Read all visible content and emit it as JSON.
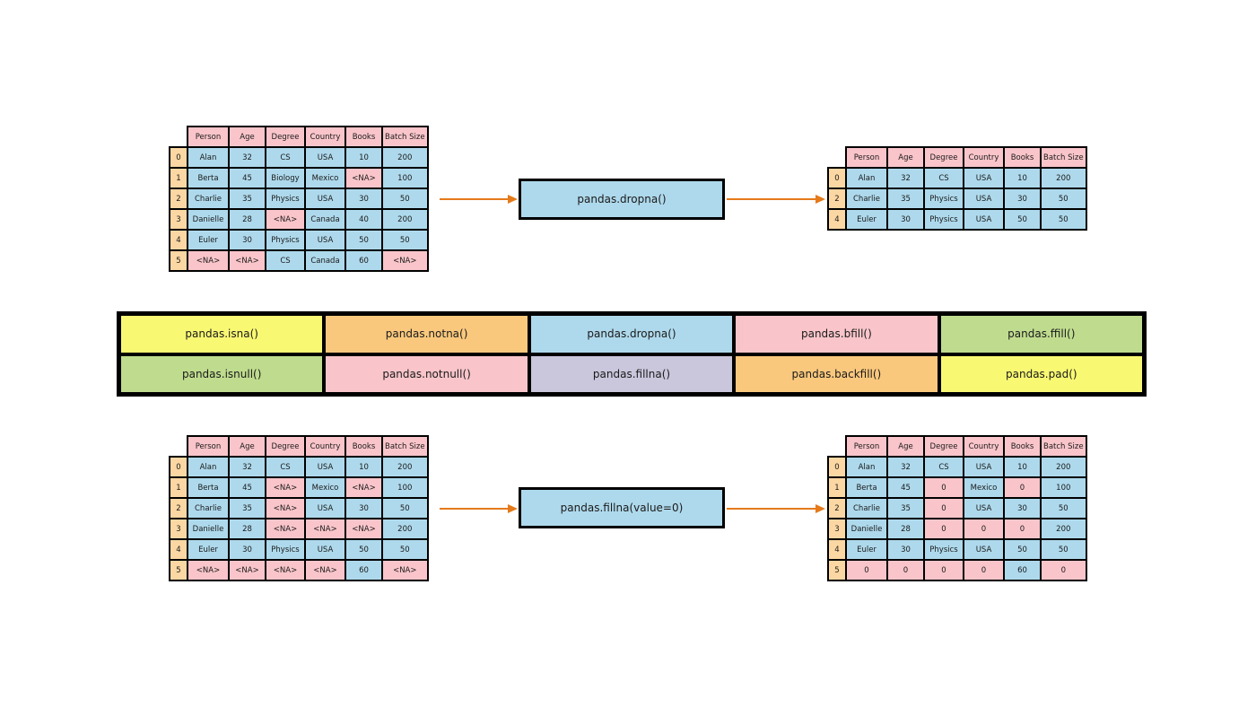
{
  "palette": {
    "cell_blue": "#aed9ec",
    "cell_pink": "#f9c5ca",
    "index_orange": "#fad7a3",
    "yellow": "#f9f873",
    "orange": "#fac87d",
    "blue": "#aed9ec",
    "pink": "#f9c5ca",
    "green": "#bfdc8e",
    "lavender": "#cac6dc",
    "arrow": "#e57a1a",
    "border": "#000000"
  },
  "columns": [
    "Person",
    "Age",
    "Degree",
    "Country",
    "Books",
    "Batch Size"
  ],
  "top_flow": {
    "operation": "pandas.dropna()",
    "input_table": {
      "rows": [
        {
          "idx": "0",
          "cells": [
            [
              "Alan",
              0
            ],
            [
              "32",
              0
            ],
            [
              "CS",
              0
            ],
            [
              "USA",
              0
            ],
            [
              "10",
              0
            ],
            [
              "200",
              0
            ]
          ]
        },
        {
          "idx": "1",
          "cells": [
            [
              "Berta",
              0
            ],
            [
              "45",
              0
            ],
            [
              "Biology",
              0
            ],
            [
              "Mexico",
              0
            ],
            [
              "<NA>",
              1
            ],
            [
              "100",
              0
            ]
          ]
        },
        {
          "idx": "2",
          "cells": [
            [
              "Charlie",
              0
            ],
            [
              "35",
              0
            ],
            [
              "Physics",
              0
            ],
            [
              "USA",
              0
            ],
            [
              "30",
              0
            ],
            [
              "50",
              0
            ]
          ]
        },
        {
          "idx": "3",
          "cells": [
            [
              "Danielle",
              0
            ],
            [
              "28",
              0
            ],
            [
              "<NA>",
              1
            ],
            [
              "Canada",
              0
            ],
            [
              "40",
              0
            ],
            [
              "200",
              0
            ]
          ]
        },
        {
          "idx": "4",
          "cells": [
            [
              "Euler",
              0
            ],
            [
              "30",
              0
            ],
            [
              "Physics",
              0
            ],
            [
              "USA",
              0
            ],
            [
              "50",
              0
            ],
            [
              "50",
              0
            ]
          ]
        },
        {
          "idx": "5",
          "cells": [
            [
              "<NA>",
              1
            ],
            [
              "<NA>",
              1
            ],
            [
              "CS",
              0
            ],
            [
              "Canada",
              0
            ],
            [
              "60",
              0
            ],
            [
              "<NA>",
              1
            ]
          ]
        }
      ]
    },
    "output_table": {
      "rows": [
        {
          "idx": "0",
          "cells": [
            [
              "Alan",
              0
            ],
            [
              "32",
              0
            ],
            [
              "CS",
              0
            ],
            [
              "USA",
              0
            ],
            [
              "10",
              0
            ],
            [
              "200",
              0
            ]
          ]
        },
        {
          "idx": "2",
          "cells": [
            [
              "Charlie",
              0
            ],
            [
              "35",
              0
            ],
            [
              "Physics",
              0
            ],
            [
              "USA",
              0
            ],
            [
              "30",
              0
            ],
            [
              "50",
              0
            ]
          ]
        },
        {
          "idx": "4",
          "cells": [
            [
              "Euler",
              0
            ],
            [
              "30",
              0
            ],
            [
              "Physics",
              0
            ],
            [
              "USA",
              0
            ],
            [
              "50",
              0
            ],
            [
              "50",
              0
            ]
          ]
        }
      ]
    }
  },
  "functions_grid": [
    [
      {
        "label": "pandas.isna()",
        "color": "yellow"
      },
      {
        "label": "pandas.notna()",
        "color": "orange"
      },
      {
        "label": "pandas.dropna()",
        "color": "blue"
      },
      {
        "label": "pandas.bfill()",
        "color": "pink"
      },
      {
        "label": "pandas.ffill()",
        "color": "green"
      }
    ],
    [
      {
        "label": "pandas.isnull()",
        "color": "green"
      },
      {
        "label": "pandas.notnull()",
        "color": "pink"
      },
      {
        "label": "pandas.fillna()",
        "color": "lavender"
      },
      {
        "label": "pandas.backfill()",
        "color": "orange"
      },
      {
        "label": "pandas.pad()",
        "color": "yellow"
      }
    ]
  ],
  "bottom_flow": {
    "operation": "pandas.fillna(value=0)",
    "input_table": {
      "rows": [
        {
          "idx": "0",
          "cells": [
            [
              "Alan",
              0
            ],
            [
              "32",
              0
            ],
            [
              "CS",
              0
            ],
            [
              "USA",
              0
            ],
            [
              "10",
              0
            ],
            [
              "200",
              0
            ]
          ]
        },
        {
          "idx": "1",
          "cells": [
            [
              "Berta",
              0
            ],
            [
              "45",
              0
            ],
            [
              "<NA>",
              1
            ],
            [
              "Mexico",
              0
            ],
            [
              "<NA>",
              1
            ],
            [
              "100",
              0
            ]
          ]
        },
        {
          "idx": "2",
          "cells": [
            [
              "Charlie",
              0
            ],
            [
              "35",
              0
            ],
            [
              "<NA>",
              1
            ],
            [
              "USA",
              0
            ],
            [
              "30",
              0
            ],
            [
              "50",
              0
            ]
          ]
        },
        {
          "idx": "3",
          "cells": [
            [
              "Danielle",
              0
            ],
            [
              "28",
              0
            ],
            [
              "<NA>",
              1
            ],
            [
              "<NA>",
              1
            ],
            [
              "<NA>",
              1
            ],
            [
              "200",
              0
            ]
          ]
        },
        {
          "idx": "4",
          "cells": [
            [
              "Euler",
              0
            ],
            [
              "30",
              0
            ],
            [
              "Physics",
              0
            ],
            [
              "USA",
              0
            ],
            [
              "50",
              0
            ],
            [
              "50",
              0
            ]
          ]
        },
        {
          "idx": "5",
          "cells": [
            [
              "<NA>",
              1
            ],
            [
              "<NA>",
              1
            ],
            [
              "<NA>",
              1
            ],
            [
              "<NA>",
              1
            ],
            [
              "60",
              0
            ],
            [
              "<NA>",
              1
            ]
          ]
        }
      ]
    },
    "output_table": {
      "rows": [
        {
          "idx": "0",
          "cells": [
            [
              "Alan",
              0
            ],
            [
              "32",
              0
            ],
            [
              "CS",
              0
            ],
            [
              "USA",
              0
            ],
            [
              "10",
              0
            ],
            [
              "200",
              0
            ]
          ]
        },
        {
          "idx": "1",
          "cells": [
            [
              "Berta",
              0
            ],
            [
              "45",
              0
            ],
            [
              "0",
              1
            ],
            [
              "Mexico",
              0
            ],
            [
              "0",
              1
            ],
            [
              "100",
              0
            ]
          ]
        },
        {
          "idx": "2",
          "cells": [
            [
              "Charlie",
              0
            ],
            [
              "35",
              0
            ],
            [
              "0",
              1
            ],
            [
              "USA",
              0
            ],
            [
              "30",
              0
            ],
            [
              "50",
              0
            ]
          ]
        },
        {
          "idx": "3",
          "cells": [
            [
              "Danielle",
              0
            ],
            [
              "28",
              0
            ],
            [
              "0",
              1
            ],
            [
              "0",
              1
            ],
            [
              "0",
              1
            ],
            [
              "200",
              0
            ]
          ]
        },
        {
          "idx": "4",
          "cells": [
            [
              "Euler",
              0
            ],
            [
              "30",
              0
            ],
            [
              "Physics",
              0
            ],
            [
              "USA",
              0
            ],
            [
              "50",
              0
            ],
            [
              "50",
              0
            ]
          ]
        },
        {
          "idx": "5",
          "cells": [
            [
              "0",
              1
            ],
            [
              "0",
              1
            ],
            [
              "0",
              1
            ],
            [
              "0",
              1
            ],
            [
              "60",
              0
            ],
            [
              "0",
              1
            ]
          ]
        }
      ]
    }
  }
}
